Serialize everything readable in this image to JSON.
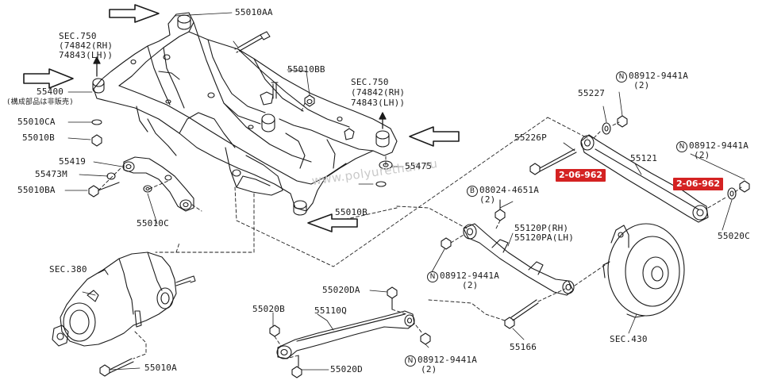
{
  "watermark": "www.polyurethan.ru",
  "colors": {
    "line": "#1a1a1a",
    "tag_bg": "#d42222",
    "tag_fg": "#ffffff",
    "watermark": "#c9c9c9"
  },
  "callouts": {
    "sec750_top": {
      "title": "SEC.750",
      "rh": "(74842(RH)",
      "lh": " 74843(LH))"
    },
    "sec750_right": {
      "title": "SEC.750",
      "rh": "(74842(RH)",
      "lh": " 74843(LH))"
    },
    "p55400": "55400",
    "p55400_note": "(構成部品は非販売)",
    "p55010AA": "55010AA",
    "p55010BB": "55010BB",
    "p55010CA": "55010CA",
    "p55010B_left": "55010B",
    "p55419": "55419",
    "p55473M": "55473M",
    "p55010BA": "55010BA",
    "p55010C": "55010C",
    "p55475": "55475",
    "p55010B_mid": "55010B",
    "sec380": "SEC.380",
    "p55010A": "55010A",
    "p55020B": "55020B",
    "p55110Q": "55110Q",
    "p55020DA": "55020DA",
    "p55020D": "55020D",
    "n08912_bottom": {
      "mark": "N",
      "code": "08912-9441A",
      "qty": "(2)"
    },
    "n08912_mid": {
      "mark": "N",
      "code": "08912-9441A",
      "qty": "(2)"
    },
    "n08912_topright": {
      "mark": "N",
      "code": "08912-9441A",
      "qty": "(2)"
    },
    "n08912_right": {
      "mark": "N",
      "code": "08912-9441A",
      "qty": "(2)"
    },
    "b08024": {
      "mark": "B",
      "code": "08024-4651A",
      "qty": "(2)"
    },
    "p55227": "55227",
    "p55226P": "55226P",
    "p55121": "55121",
    "p55120P": "55120P(RH)",
    "p55120PA": "55120PA(LH)",
    "p55166": "55166",
    "sec430": "SEC.430",
    "p55020C": "55020C"
  },
  "tags": {
    "left": "2-06-962",
    "right": "2-06-962"
  }
}
